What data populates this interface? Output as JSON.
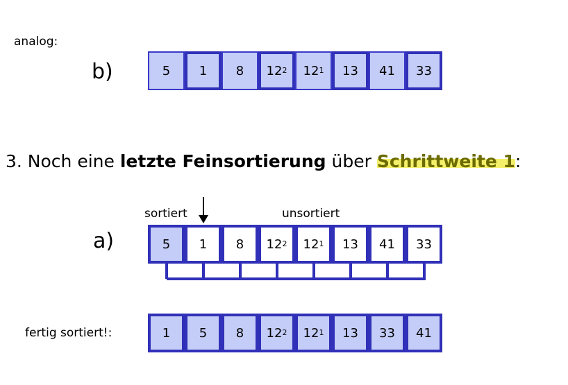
{
  "top_label": "analog:",
  "b_label": "b)",
  "heading": {
    "prefix": "3. Noch eine ",
    "bold": "letzte Feinsortierung",
    "middle": " über ",
    "highlight": "Schrittweite 1",
    "suffix": ":"
  },
  "sorted_label": "sortiert",
  "unsorted_label": "unsortiert",
  "a_label": "a)",
  "final_label": "fertig sortiert!:",
  "rows": {
    "b": [
      {
        "main": "5",
        "sub": ""
      },
      {
        "main": "1",
        "sub": ""
      },
      {
        "main": "8",
        "sub": ""
      },
      {
        "main": "12",
        "sub": "2"
      },
      {
        "main": "12",
        "sub": "1"
      },
      {
        "main": "13",
        "sub": ""
      },
      {
        "main": "41",
        "sub": ""
      },
      {
        "main": "33",
        "sub": ""
      }
    ],
    "a": [
      {
        "main": "5",
        "sub": ""
      },
      {
        "main": "1",
        "sub": ""
      },
      {
        "main": "8",
        "sub": ""
      },
      {
        "main": "12",
        "sub": "2"
      },
      {
        "main": "12",
        "sub": "1"
      },
      {
        "main": "13",
        "sub": ""
      },
      {
        "main": "41",
        "sub": ""
      },
      {
        "main": "33",
        "sub": ""
      }
    ],
    "final": [
      {
        "main": "1",
        "sub": ""
      },
      {
        "main": "5",
        "sub": ""
      },
      {
        "main": "8",
        "sub": ""
      },
      {
        "main": "12",
        "sub": "2"
      },
      {
        "main": "12",
        "sub": "1"
      },
      {
        "main": "13",
        "sub": ""
      },
      {
        "main": "33",
        "sub": ""
      },
      {
        "main": "41",
        "sub": ""
      }
    ]
  },
  "colors": {
    "cell_fill": "#c4cdf7",
    "border": "#3a3ac8",
    "highlight": "#f4f06a"
  }
}
